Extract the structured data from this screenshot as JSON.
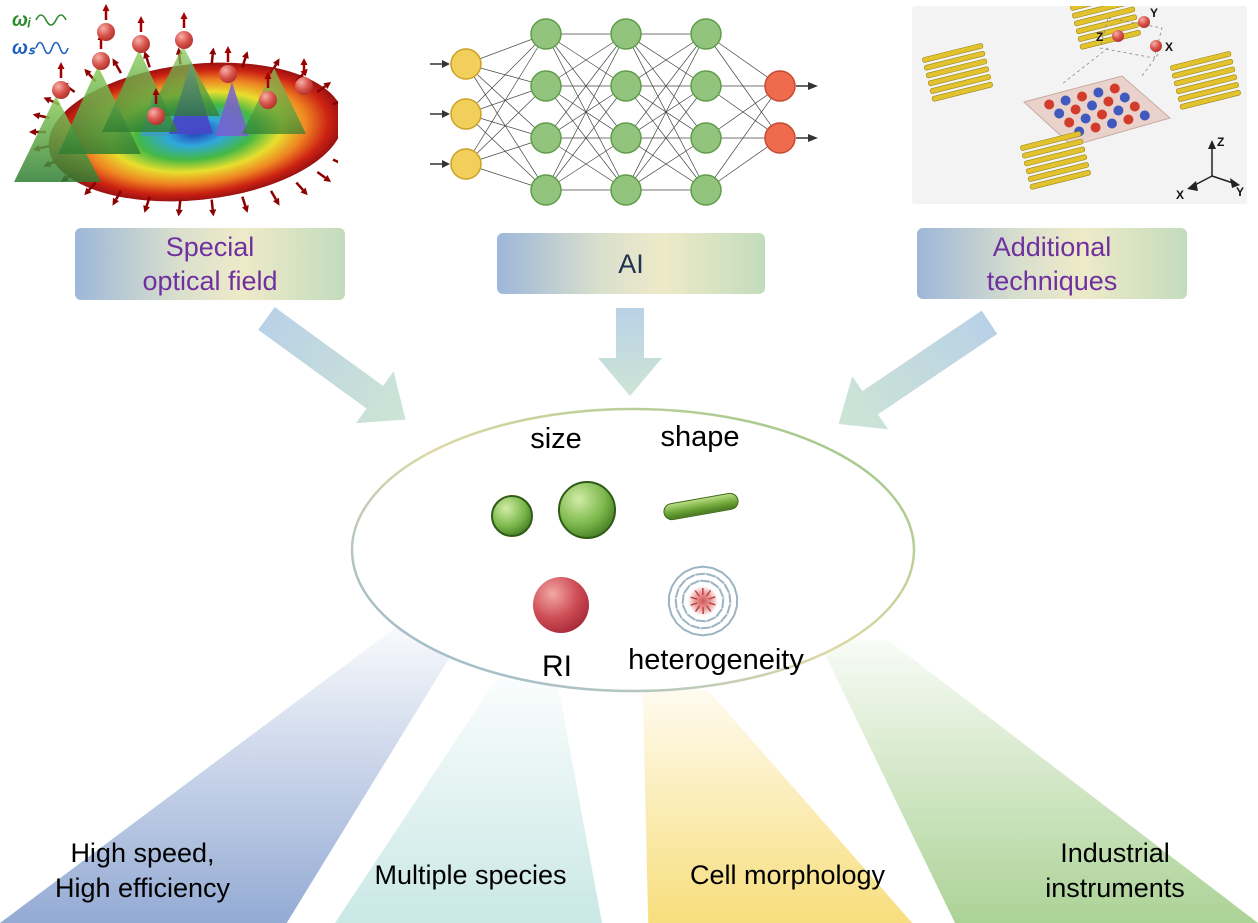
{
  "figure": {
    "panels": {
      "optical": {
        "label_line1": "Special",
        "label_line2": "optical field",
        "omega_i": "ωᵢ",
        "omega_s": "ωₛ"
      },
      "ai": {
        "label": "AI"
      },
      "additional": {
        "label_line1": "Additional",
        "label_line2": "techniques",
        "inset_z": "Z",
        "inset_y": "Y",
        "inset_x": "X",
        "axis_z": "Z",
        "axis_y": "Y",
        "axis_x": "X"
      }
    },
    "center": {
      "size": "size",
      "shape": "shape",
      "ri": "RI",
      "heterogeneity": "heterogeneity"
    },
    "outcomes": [
      {
        "line1": "High speed,",
        "line2": "High efficiency"
      },
      {
        "label": "Multiple species"
      },
      {
        "label": "Cell morphology"
      },
      {
        "line1": "Industrial",
        "line2": "instruments"
      }
    ],
    "colors": {
      "purple_text": "#7030a0",
      "label_box_gradient": [
        "#9db7d9",
        "#eeeac8",
        "#c2dcbd"
      ],
      "beam_blue": "#8ea6d2",
      "beam_teal": "#c9e8e5",
      "beam_yellow": "#f7de7d",
      "beam_green": "#a9d193"
    }
  }
}
